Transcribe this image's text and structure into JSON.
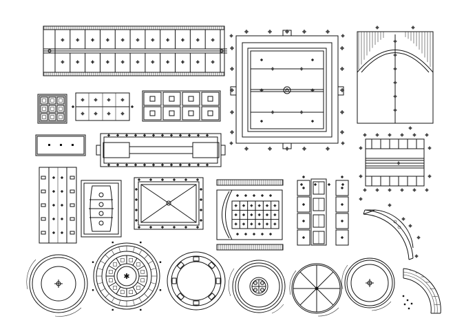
{
  "drawing": {
    "background": "#ffffff",
    "line_color": "#111111",
    "items": [
      {
        "id": "long-corridor-ceiling",
        "kind": "rectangular-ceiling"
      },
      {
        "id": "square-grid-tile",
        "kind": "coffer-grid"
      },
      {
        "id": "small-4x2-panel",
        "kind": "panel-grid"
      },
      {
        "id": "4x2-box-panel",
        "kind": "panel-grid"
      },
      {
        "id": "central-hall-ceiling",
        "kind": "rectangular-ceiling"
      },
      {
        "id": "arched-wall-panel",
        "kind": "arched-panel"
      },
      {
        "id": "three-light-strip",
        "kind": "strip"
      },
      {
        "id": "bar-ceiling",
        "kind": "bar-ceiling"
      },
      {
        "id": "striped-panel-right",
        "kind": "striped-panel"
      },
      {
        "id": "vertical-strip-left",
        "kind": "strip"
      },
      {
        "id": "barrel-oval-panel",
        "kind": "oval-panel"
      },
      {
        "id": "diagonal-hipped-ceiling",
        "kind": "hipped-ceiling"
      },
      {
        "id": "curved-seating-grid",
        "kind": "grid-with-curve"
      },
      {
        "id": "vertical-box-grid",
        "kind": "panel-grid"
      },
      {
        "id": "curved-quarter-band",
        "kind": "curved-band"
      },
      {
        "id": "round-ceiling-plain",
        "kind": "round-ceiling"
      },
      {
        "id": "round-ceiling-ornamental",
        "kind": "round-ceiling"
      },
      {
        "id": "round-ceiling-bracketed",
        "kind": "round-ceiling"
      },
      {
        "id": "round-ceiling-quad-center",
        "kind": "round-ceiling"
      },
      {
        "id": "round-ceiling-spoked",
        "kind": "round-ceiling"
      },
      {
        "id": "round-ceiling-double-ring",
        "kind": "round-ceiling"
      },
      {
        "id": "small-arc-band",
        "kind": "curved-band"
      }
    ]
  }
}
